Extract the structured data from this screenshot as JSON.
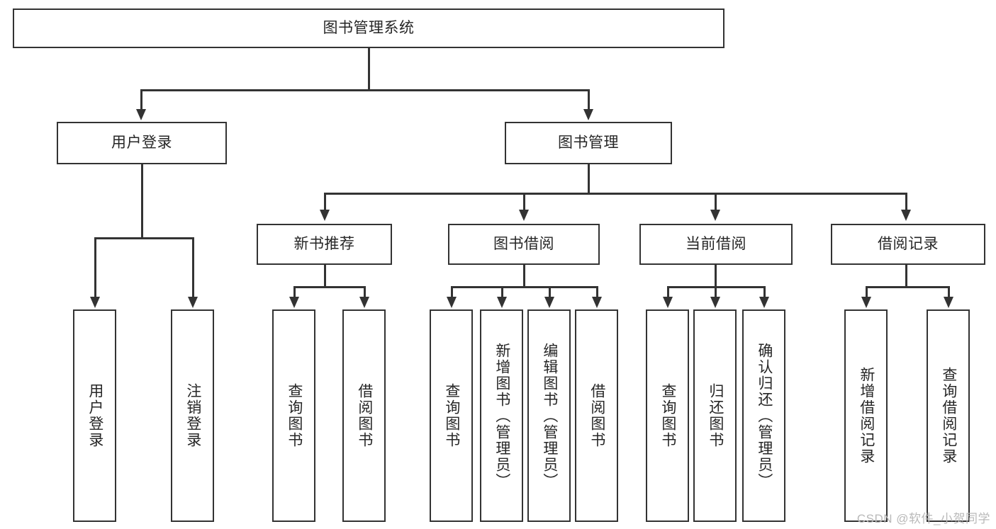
{
  "diagram": {
    "type": "tree-hierarchy",
    "title": "图书管理系统",
    "root": {
      "id": "root",
      "label": "图书管理系统",
      "level": 1
    },
    "level2": [
      {
        "id": "user-login",
        "label": "用户登录"
      },
      {
        "id": "book-management",
        "label": "图书管理"
      }
    ],
    "level3": [
      {
        "id": "new-book-recommend",
        "label": "新书推荐",
        "parent": "book-management"
      },
      {
        "id": "book-borrow",
        "label": "图书借阅",
        "parent": "book-management"
      },
      {
        "id": "current-borrow",
        "label": "当前借阅",
        "parent": "book-management"
      },
      {
        "id": "borrow-record",
        "label": "借阅记录",
        "parent": "book-management"
      }
    ],
    "leaves": {
      "user_login": [
        {
          "id": "leaf-user-login",
          "label": "用户登录"
        },
        {
          "id": "leaf-user-logout",
          "label": "注销登录"
        }
      ],
      "new_book_recommend": [
        {
          "id": "leaf-query-book-1",
          "label": "查询图书"
        },
        {
          "id": "leaf-borrow-book-1",
          "label": "借阅图书"
        }
      ],
      "book_borrow": [
        {
          "id": "leaf-query-book-2",
          "label": "查询图书"
        },
        {
          "id": "leaf-add-book",
          "label": "新增图书（管理员）"
        },
        {
          "id": "leaf-edit-book",
          "label": "编辑图书（管理员）"
        },
        {
          "id": "leaf-borrow-book-2",
          "label": "借阅图书"
        }
      ],
      "current_borrow": [
        {
          "id": "leaf-query-book-3",
          "label": "查询图书"
        },
        {
          "id": "leaf-return-book",
          "label": "归还图书"
        },
        {
          "id": "leaf-confirm-return",
          "label": "确认归还（管理员）"
        }
      ],
      "borrow_record": [
        {
          "id": "leaf-add-record",
          "label": "新增借阅记录"
        },
        {
          "id": "leaf-query-record",
          "label": "查询借阅记录"
        }
      ]
    }
  },
  "watermark": {
    "text": "CSDN @软件_小贺同学"
  },
  "colors": {
    "border": "#333333",
    "text": "#262626",
    "background": "#ffffff",
    "watermark": "#b9b9b9"
  }
}
